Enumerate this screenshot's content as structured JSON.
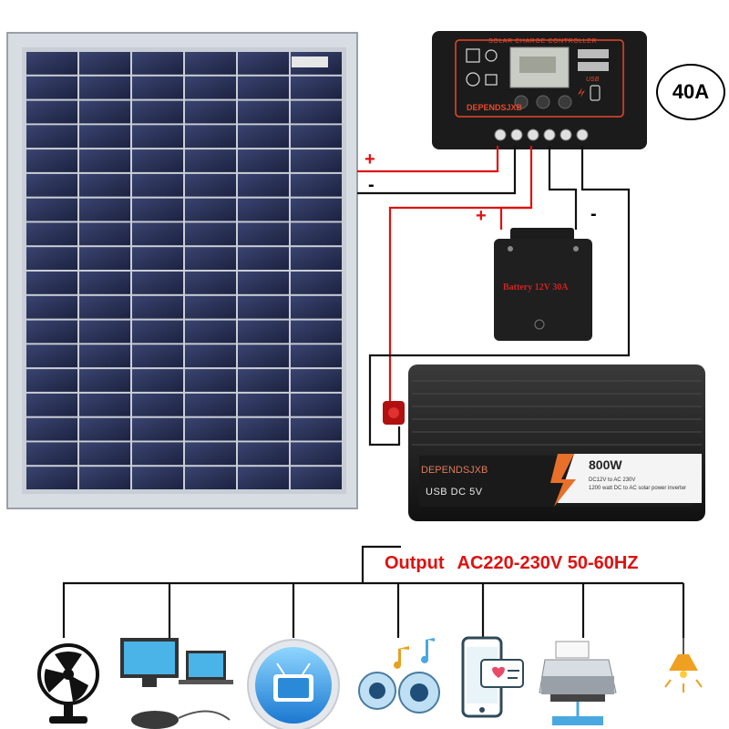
{
  "controller": {
    "title": "SOLAR CHARGE CONTROLLER",
    "brand": "DEPENDSJXB",
    "usb_label": "USB"
  },
  "badge": {
    "current": "40A"
  },
  "battery": {
    "label": "Battery  12V 30A"
  },
  "inverter": {
    "brand": "DEPENDSJXB",
    "usb_label": "USB  DC  5V",
    "power": "800W",
    "desc_line1": "DC12V to AC 230V",
    "desc_line2": "1200 watt DC to AC solar power inverter"
  },
  "wiring": {
    "panel_plus": "+",
    "panel_minus": "-",
    "battery_plus": "+",
    "battery_minus": "-"
  },
  "output": {
    "label": "Output",
    "value": "AC220-230V 50-60HZ"
  },
  "devices": [
    {
      "name": "fan-icon"
    },
    {
      "name": "computer-icon"
    },
    {
      "name": "tv-icon"
    },
    {
      "name": "speaker-icon"
    },
    {
      "name": "phone-icon"
    },
    {
      "name": "printer-icon"
    },
    {
      "name": "lamp-icon"
    }
  ],
  "colors": {
    "wire_red": "#e01010",
    "wire_black": "#111111",
    "label_red": "#e01010"
  }
}
